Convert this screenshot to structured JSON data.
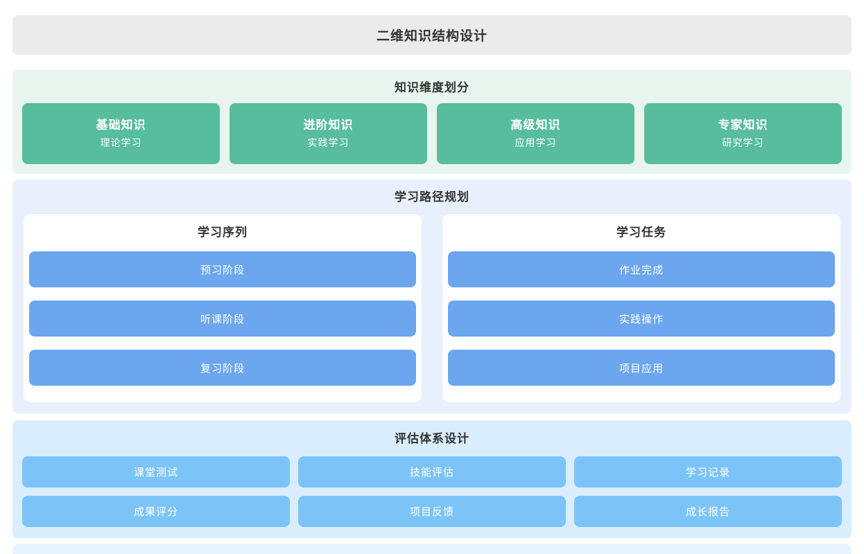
{
  "page": {
    "title": "二维知识结构设计"
  },
  "sections": {
    "knowledge": {
      "title": "知识维度划分",
      "cards": [
        {
          "title": "基础知识",
          "subtitle": "理论学习"
        },
        {
          "title": "进阶知识",
          "subtitle": "实践学习"
        },
        {
          "title": "高级知识",
          "subtitle": "应用学习"
        },
        {
          "title": "专家知识",
          "subtitle": "研究学习"
        }
      ]
    },
    "path": {
      "title": "学习路径规划",
      "panels": [
        {
          "title": "学习序列",
          "items": [
            "预习阶段",
            "听课阶段",
            "复习阶段"
          ]
        },
        {
          "title": "学习任务",
          "items": [
            "作业完成",
            "实践操作",
            "项目应用"
          ]
        }
      ]
    },
    "evaluation": {
      "title": "评估体系设计",
      "items": [
        "课堂测试",
        "技能评估",
        "学习记录",
        "成果评分",
        "项目反馈",
        "成长报告"
      ]
    }
  },
  "colors": {
    "title_bar_bg": "#ebebeb",
    "knowledge_section_bg": "#e7f5ee",
    "knowledge_card_bg": "#57bd9c",
    "path_section_bg": "#e9f0fd",
    "path_item_bg": "#6ba6ee",
    "evaluation_section_bg": "#d9edfc",
    "evaluation_item_bg": "#7cc4f7",
    "heading_text": "#333333",
    "item_text": "#ffffff"
  }
}
